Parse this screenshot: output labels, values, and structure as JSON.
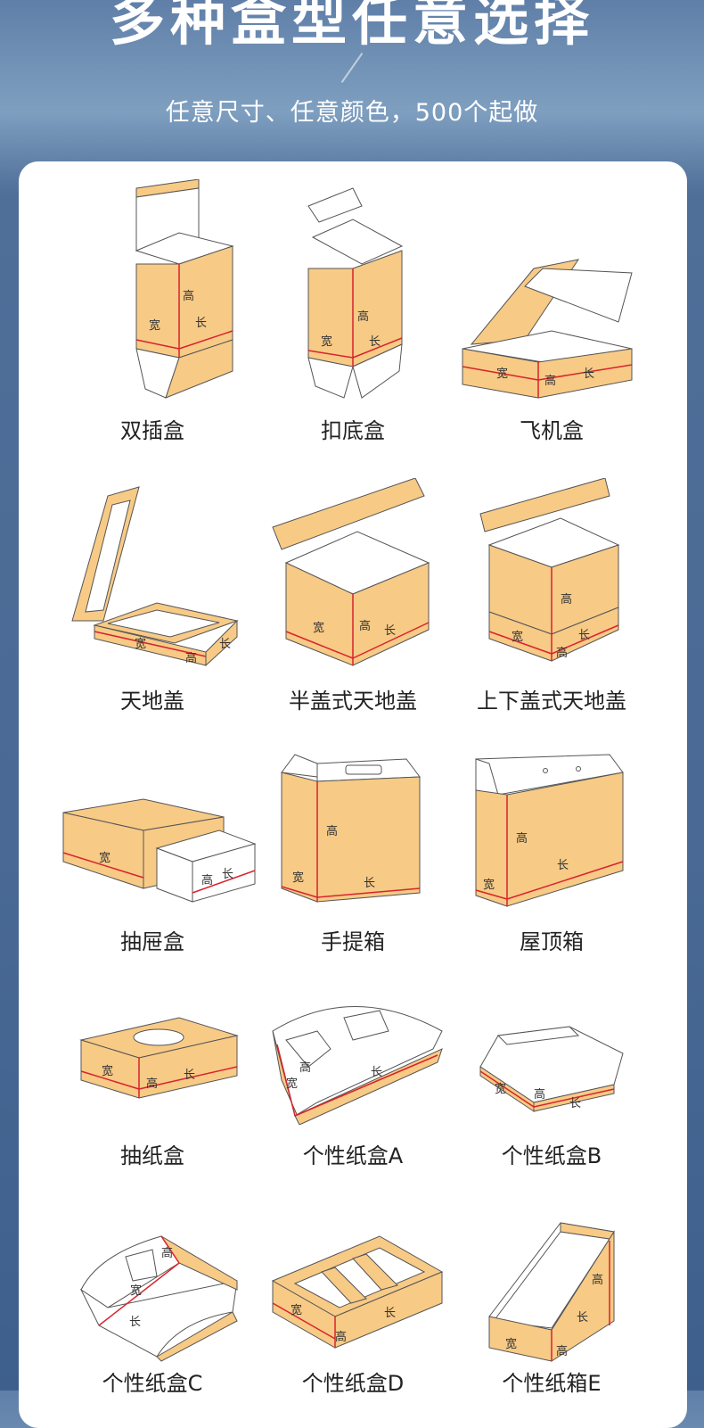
{
  "header": {
    "title": "多种盒型任意选择",
    "subtitle": "任意尺寸、任意颜色，500个起做"
  },
  "dimension_labels": {
    "height": "高",
    "width": "宽",
    "length": "长"
  },
  "colors": {
    "cardboard": "#f7ca86",
    "inner": "#ffffff",
    "edge": "#555555",
    "dimension_line": "#d9232d",
    "panel": "#ffffff"
  },
  "boxes": [
    {
      "name": "双插盒"
    },
    {
      "name": "扣底盒"
    },
    {
      "name": "飞机盒"
    },
    {
      "name": "天地盖"
    },
    {
      "name": "半盖式天地盖"
    },
    {
      "name": "上下盖式天地盖"
    },
    {
      "name": "抽屉盒"
    },
    {
      "name": "手提箱"
    },
    {
      "name": "屋顶箱"
    },
    {
      "name": "抽纸盒"
    },
    {
      "name": "个性纸盒A"
    },
    {
      "name": "个性纸盒B"
    },
    {
      "name": "个性纸盒C"
    },
    {
      "name": "个性纸盒D"
    },
    {
      "name": "个性纸箱E"
    }
  ]
}
